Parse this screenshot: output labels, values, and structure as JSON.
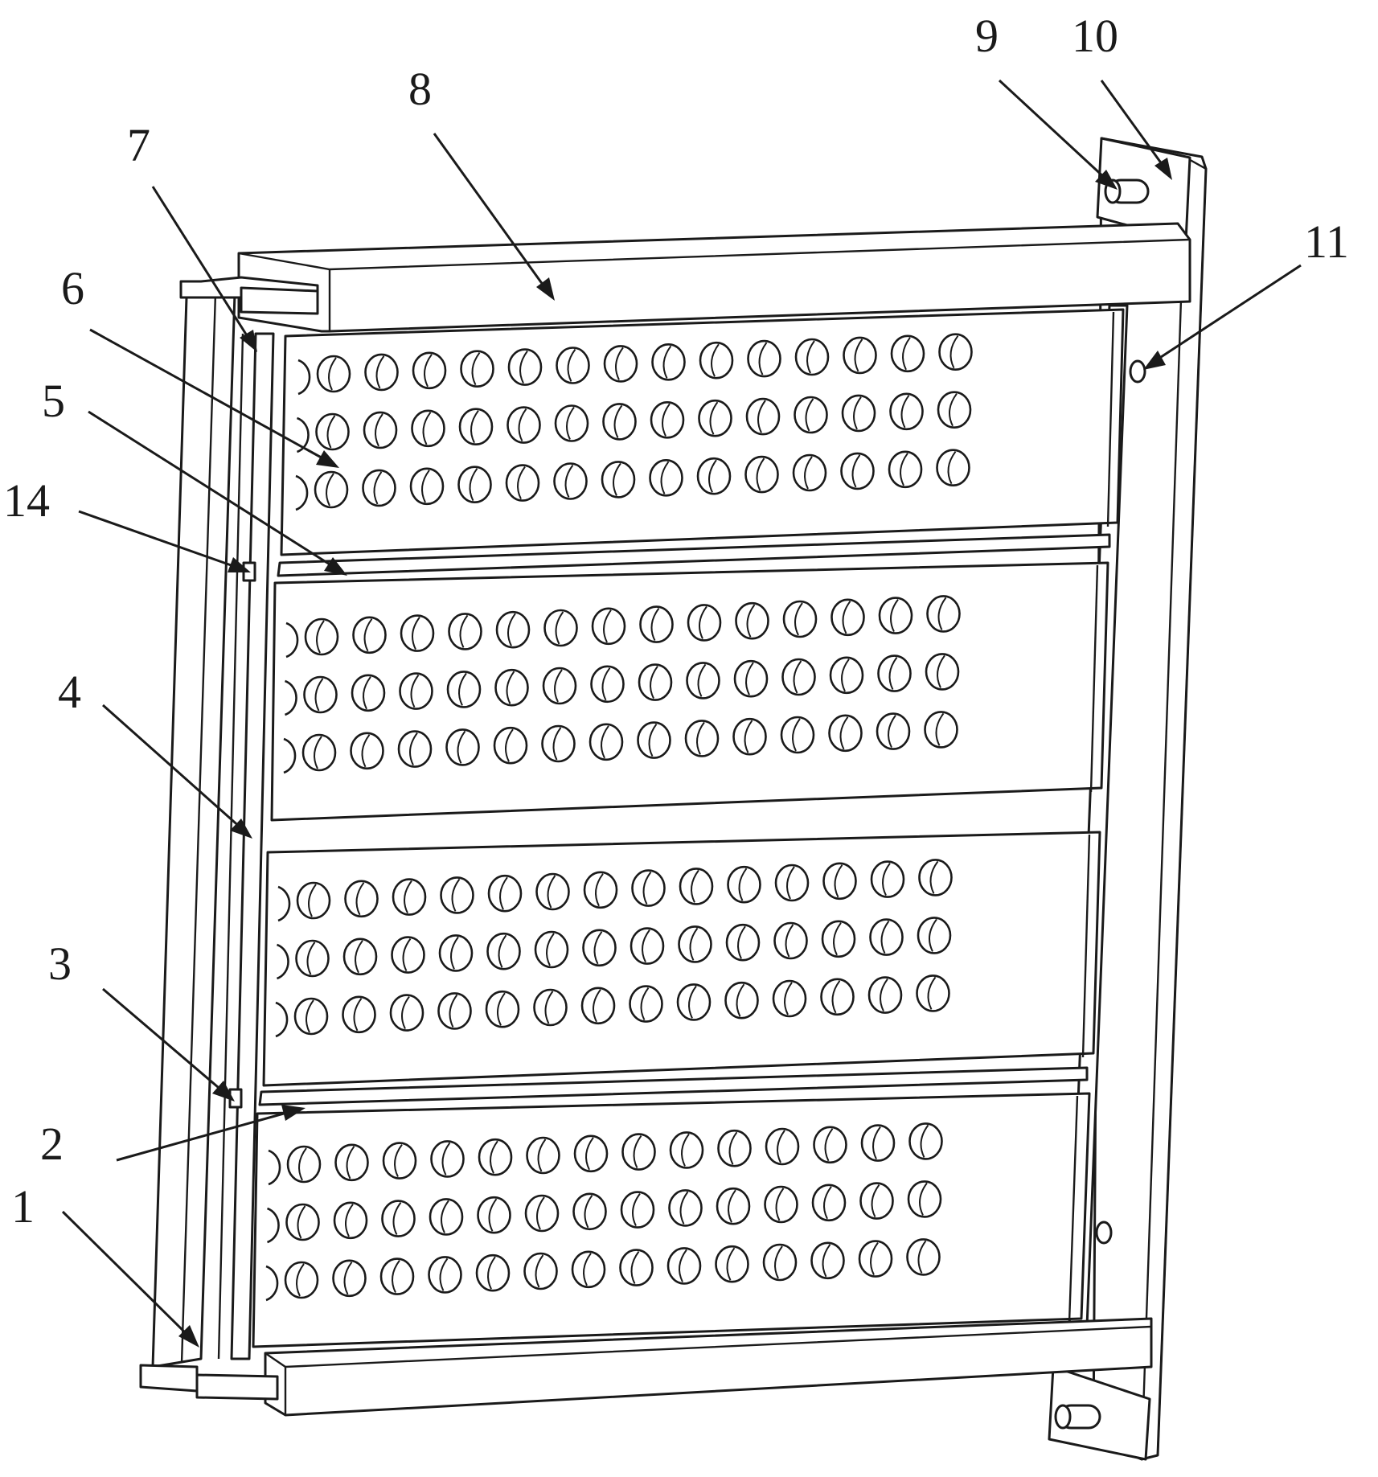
{
  "figure": {
    "callouts": [
      {
        "label": "1"
      },
      {
        "label": "2"
      },
      {
        "label": "3"
      },
      {
        "label": "4"
      },
      {
        "label": "5"
      },
      {
        "label": "6"
      },
      {
        "label": "7"
      },
      {
        "label": "8"
      },
      {
        "label": "9"
      },
      {
        "label": "10"
      },
      {
        "label": "11"
      },
      {
        "label": "14"
      }
    ]
  }
}
